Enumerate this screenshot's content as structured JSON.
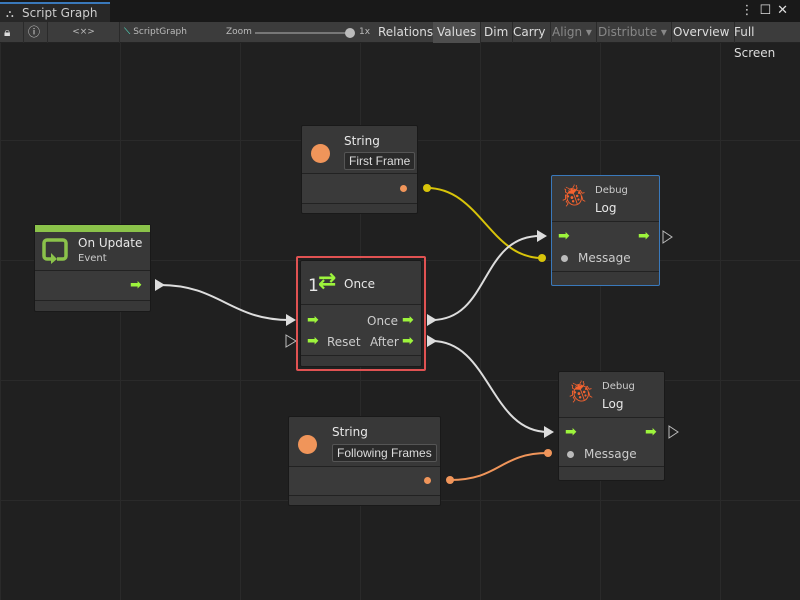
{
  "window": {
    "tab_title": "Script Graph",
    "menu_icon": "kebab-icon",
    "maximize_icon": "maximize-icon",
    "close_icon": "close-icon"
  },
  "toolbar": {
    "lock_icon": "lock-icon",
    "info_icon": "info-icon",
    "code": "<×>",
    "graph_name": "ScriptGraph",
    "zoom_label": "Zoom",
    "zoom_value": "1x",
    "zoom_level": 1.0,
    "buttons": [
      {
        "label": "Relations",
        "active": false
      },
      {
        "label": "Values",
        "active": true
      },
      {
        "label": "Dim",
        "active": false
      },
      {
        "label": "Carry",
        "active": false
      },
      {
        "label": "Align ▾",
        "disabled": true
      },
      {
        "label": "Distribute ▾",
        "disabled": true
      },
      {
        "label": "Overview"
      },
      {
        "label": "Full Screen"
      }
    ]
  },
  "colors": {
    "flow": "#9df43c",
    "string_port": "#f0955a",
    "yellow_wire": "#d8c40a",
    "selected_border": "#e05252",
    "event_bar": "#8bc34a",
    "debug_icon": "#f4622f"
  },
  "nodes": {
    "string1": {
      "title": "String",
      "value": "First Frame"
    },
    "on_update": {
      "title": "On Update",
      "subtitle": "Event"
    },
    "once": {
      "prefix": "1",
      "title": "Once",
      "out_once": "Once",
      "in_reset": "Reset",
      "out_after": "After"
    },
    "debug1": {
      "subtitle": "Debug",
      "title": "Log",
      "message": "Message"
    },
    "debug2": {
      "subtitle": "Debug",
      "title": "Log",
      "message": "Message"
    },
    "string2": {
      "title": "String",
      "value": "Following Frames"
    }
  }
}
